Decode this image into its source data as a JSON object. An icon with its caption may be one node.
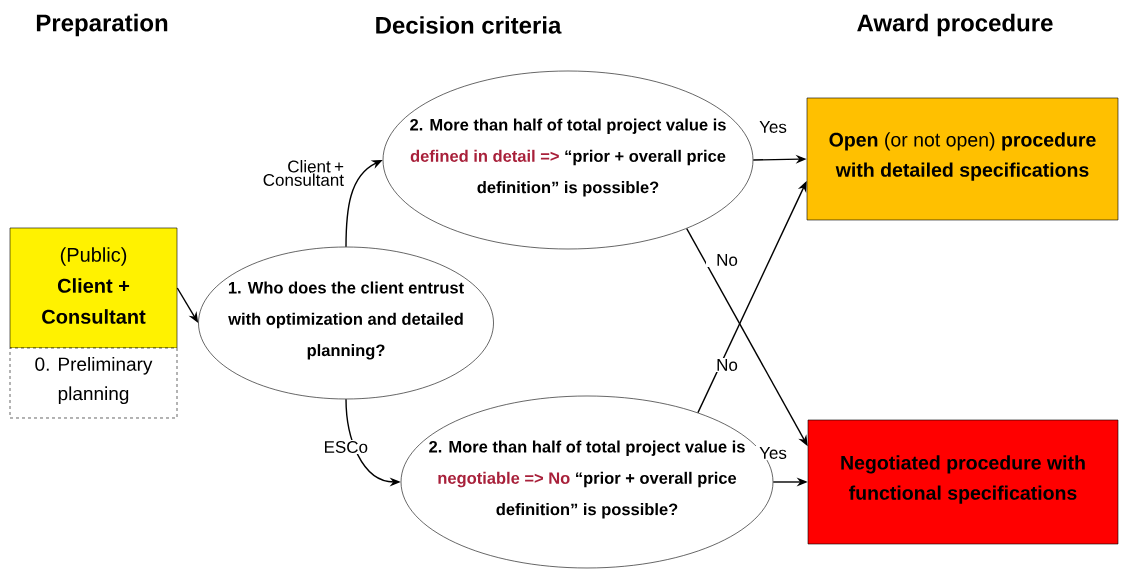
{
  "diagram": {
    "nodes": [
      {
        "text": [
          "(Public)",
          "Client + Consultant"
        ]
      },
      {
        "text": [
          "0. Preliminary planning"
        ]
      },
      {
        "text": [
          "1. Who does the client entrust with optimization and detailed planning?"
        ]
      },
      {
        "text": [
          "2.  More than half of total project value is",
          "defined in detail",
          "=>",
          "“prior + overall price definition” is possible?"
        ]
      },
      {
        "text": [
          "2.  More than half of total project value is",
          "negotiable",
          "=> No",
          "“prior + overall price definition” is possible?"
        ]
      },
      {
        "text": [
          "**Open** (or not open) **procedure with detailed specifications**"
        ]
      },
      {
        "text": [
          "Negotiated procedure with functional specifications"
        ]
      }
    ],
    "edges": [
      {
        "from": 0,
        "to": 2,
        "arrow": "to"
      },
      {
        "from": 2,
        "to": 3,
        "arrow": "to",
        "label": "Client + Consultant"
      },
      {
        "from": 2,
        "to": 4,
        "arrow": "to",
        "label": "ESCo"
      },
      {
        "from": 3,
        "to": 5,
        "arrow": "to",
        "label": "Yes"
      },
      {
        "from": 3,
        "to": 6,
        "arrow": "to",
        "label": "No"
      },
      {
        "from": 4,
        "to": 5,
        "arrow": "to",
        "label": "No"
      },
      {
        "from": 4,
        "to": 6,
        "arrow": "to",
        "label": "Yes"
      }
    ],
    "labels": [
      "Preparation",
      "Decision criteria",
      "Award procedure"
    ]
  }
}
